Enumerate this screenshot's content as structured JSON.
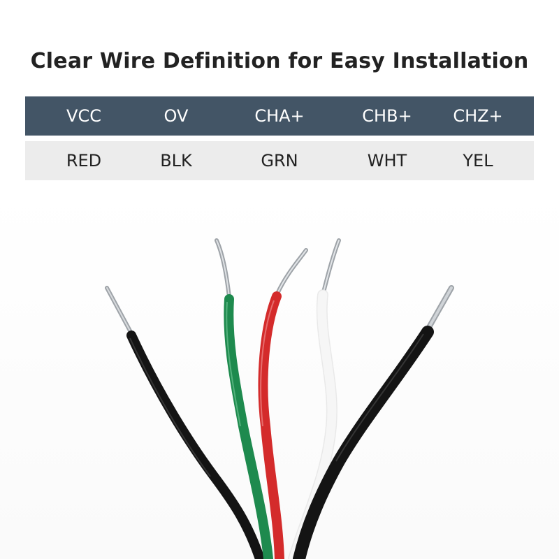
{
  "title": "Clear Wire Definition for Easy Installation",
  "table": {
    "signals": [
      "VCC",
      "OV",
      "CHA+",
      "CHB+",
      "CHZ+"
    ],
    "colors": [
      "RED",
      "BLK",
      "GRN",
      "WHT",
      "YEL"
    ]
  },
  "wires": [
    {
      "color_name": "black",
      "insulation": "#141414"
    },
    {
      "color_name": "green",
      "insulation": "#1e8a4e"
    },
    {
      "color_name": "red",
      "insulation": "#d42b2b"
    },
    {
      "color_name": "white",
      "insulation": "#f6f6f6"
    },
    {
      "color_name": "black",
      "insulation": "#141414"
    }
  ],
  "colors": {
    "header_bg": "#435566",
    "row_bg": "#ececec",
    "conductor": "#b8bcc2"
  }
}
